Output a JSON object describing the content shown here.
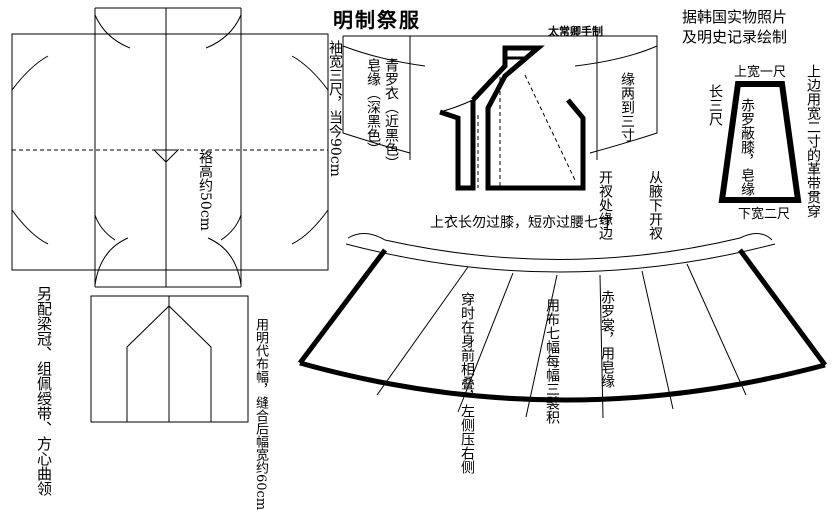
{
  "header": {
    "title": "明制祭服",
    "maker": "太常卿手制",
    "source_line1": "据韩国实物照片",
    "source_line2": "及明史记录绘制"
  },
  "jacket": {
    "sleeve_width": "袖宽三尺，当今90cm",
    "sleeve_height": "袼高约50cm",
    "fabric": "青罗衣（近黑色）",
    "trim": "皂缘（深黑色）",
    "border_width": "缘两到三寸",
    "slit": "从腋下开衩",
    "slit_edge": "开衩处缘边",
    "length_note": "上衣长勿过膝，短亦过腰七寸"
  },
  "apron": {
    "top_width": "上宽一尺",
    "length": "长三尺",
    "bottom_width": "下宽二尺",
    "belt": "上边用宽二寸的革带贯穿",
    "label": "赤罗蔽膝，皂缘"
  },
  "skirt": {
    "panels": "用布七幅每幅三襞积",
    "overlap": "穿时在身前相叠，左侧压右侧",
    "fabric": "赤罗裳，用皂缘"
  },
  "accessories": {
    "note": "另配梁冠、组佩绶带、方心曲领"
  },
  "back": {
    "note": "用明代布幅，缝合后幅宽约60cm"
  }
}
